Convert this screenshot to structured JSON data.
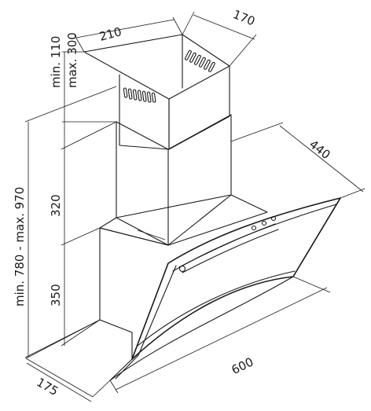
{
  "dimensions": {
    "chimney_width": "210",
    "chimney_depth": "170",
    "upper_extension": "min. 110\nmax. 300",
    "upper_min": "min. 110",
    "upper_max": "max. 300",
    "total_height": "min. 780 - max. 970",
    "chimney_height": "320",
    "body_height": "350",
    "hood_depth": "440",
    "hood_width": "600",
    "base_depth": "175"
  }
}
